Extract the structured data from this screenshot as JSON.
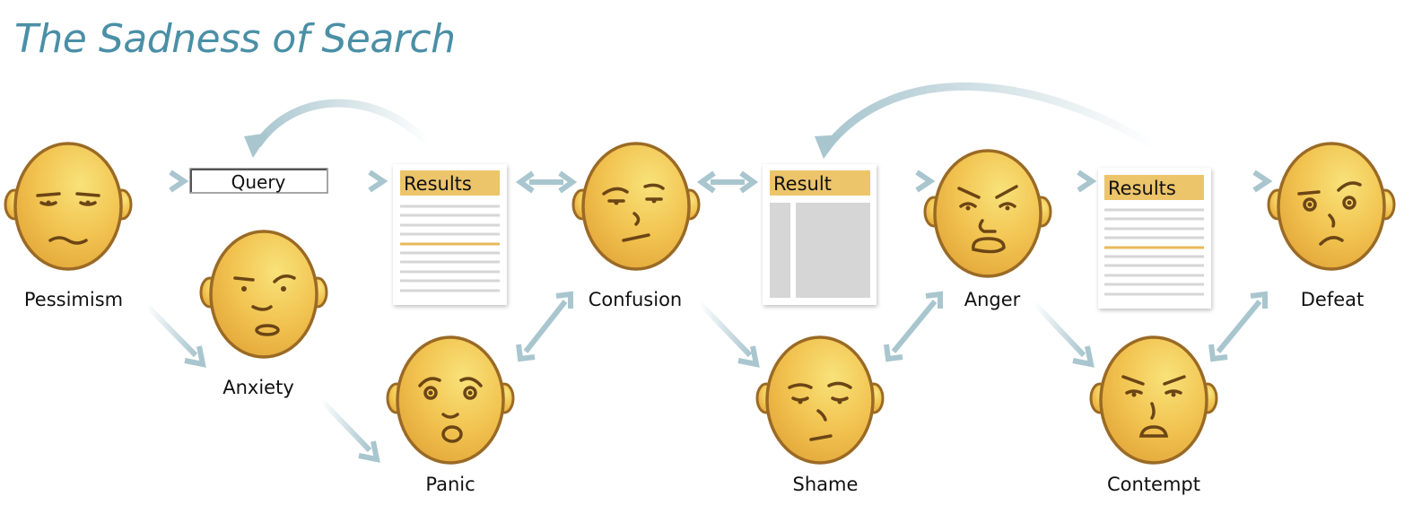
{
  "title": "The Sadness of Search",
  "stages": {
    "pessimism": "Pessimism",
    "anxiety": "Anxiety",
    "panic": "Panic",
    "confusion": "Confusion",
    "shame": "Shame",
    "anger": "Anger",
    "contempt": "Contempt",
    "defeat": "Defeat"
  },
  "boxes": {
    "query": "Query",
    "results_1": "Results",
    "result": "Result",
    "results_2": "Results"
  },
  "colors": {
    "title": "#4a8fa6",
    "arrow": "#a9c6cf",
    "face_fill": "#f2c451",
    "face_stroke": "#9a6a25",
    "header": "#ecc46a",
    "line": "#d6d6d6",
    "highlight_line": "#e6b95c"
  }
}
